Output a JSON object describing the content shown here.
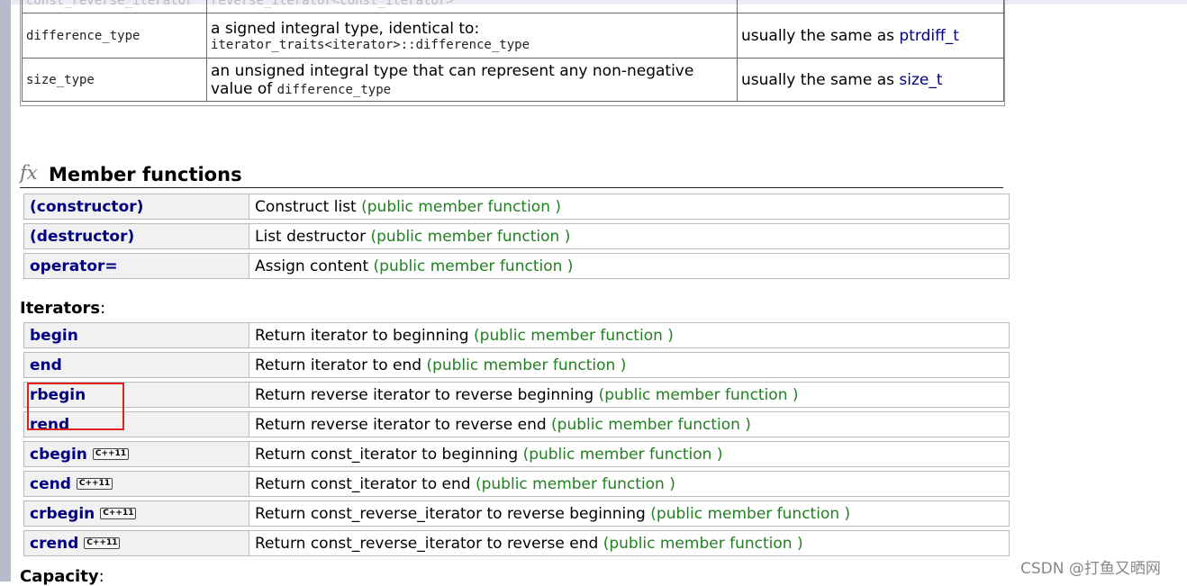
{
  "types_table": {
    "partial_row": {
      "name": "const_reverse_iterator",
      "definition": "reverse_iterator<const_iterator>"
    },
    "rows": [
      {
        "name": "difference_type",
        "desc_line1": "a signed integral type, identical to:",
        "desc_code": "iterator_traits<iterator>::difference_type",
        "notes_prefix": "usually the same as ",
        "notes_link": "ptrdiff_t"
      },
      {
        "name": "size_type",
        "desc_line1": "an unsigned integral type that can represent any non-negative",
        "desc_prefix": "value of ",
        "desc_code": "difference_type",
        "notes_prefix": "usually the same as ",
        "notes_link": "size_t"
      }
    ]
  },
  "section": {
    "icon": "fx",
    "title": "Member functions"
  },
  "tag_label": "(public member function )",
  "cxx11_badge": "C++11",
  "functions": [
    {
      "name": "(constructor)",
      "desc": "Construct list "
    },
    {
      "name": "(destructor)",
      "desc": "List destructor "
    },
    {
      "name": "operator=",
      "desc": "Assign content "
    }
  ],
  "iterators_heading": "Iterators",
  "iterators_colon": ":",
  "iterators": [
    {
      "name": "begin",
      "desc": "Return iterator to beginning "
    },
    {
      "name": "end",
      "desc": "Return iterator to end "
    },
    {
      "name": "rbegin",
      "desc": "Return reverse iterator to reverse beginning "
    },
    {
      "name": "rend",
      "desc": "Return reverse iterator to reverse end "
    },
    {
      "name": "cbegin",
      "desc": "Return const_iterator to beginning "
    },
    {
      "name": "cend",
      "desc": "Return const_iterator to end "
    },
    {
      "name": "crbegin",
      "desc": "Return const_reverse_iterator to reverse beginning "
    },
    {
      "name": "crend",
      "desc": "Return const_reverse_iterator to reverse end "
    }
  ],
  "capacity_heading": "Capacity",
  "capacity_colon": ":",
  "watermark": "CSDN @打鱼又晒网",
  "colors": {
    "link": "#000080",
    "tag": "#208020",
    "highlight": "#e0221e"
  }
}
